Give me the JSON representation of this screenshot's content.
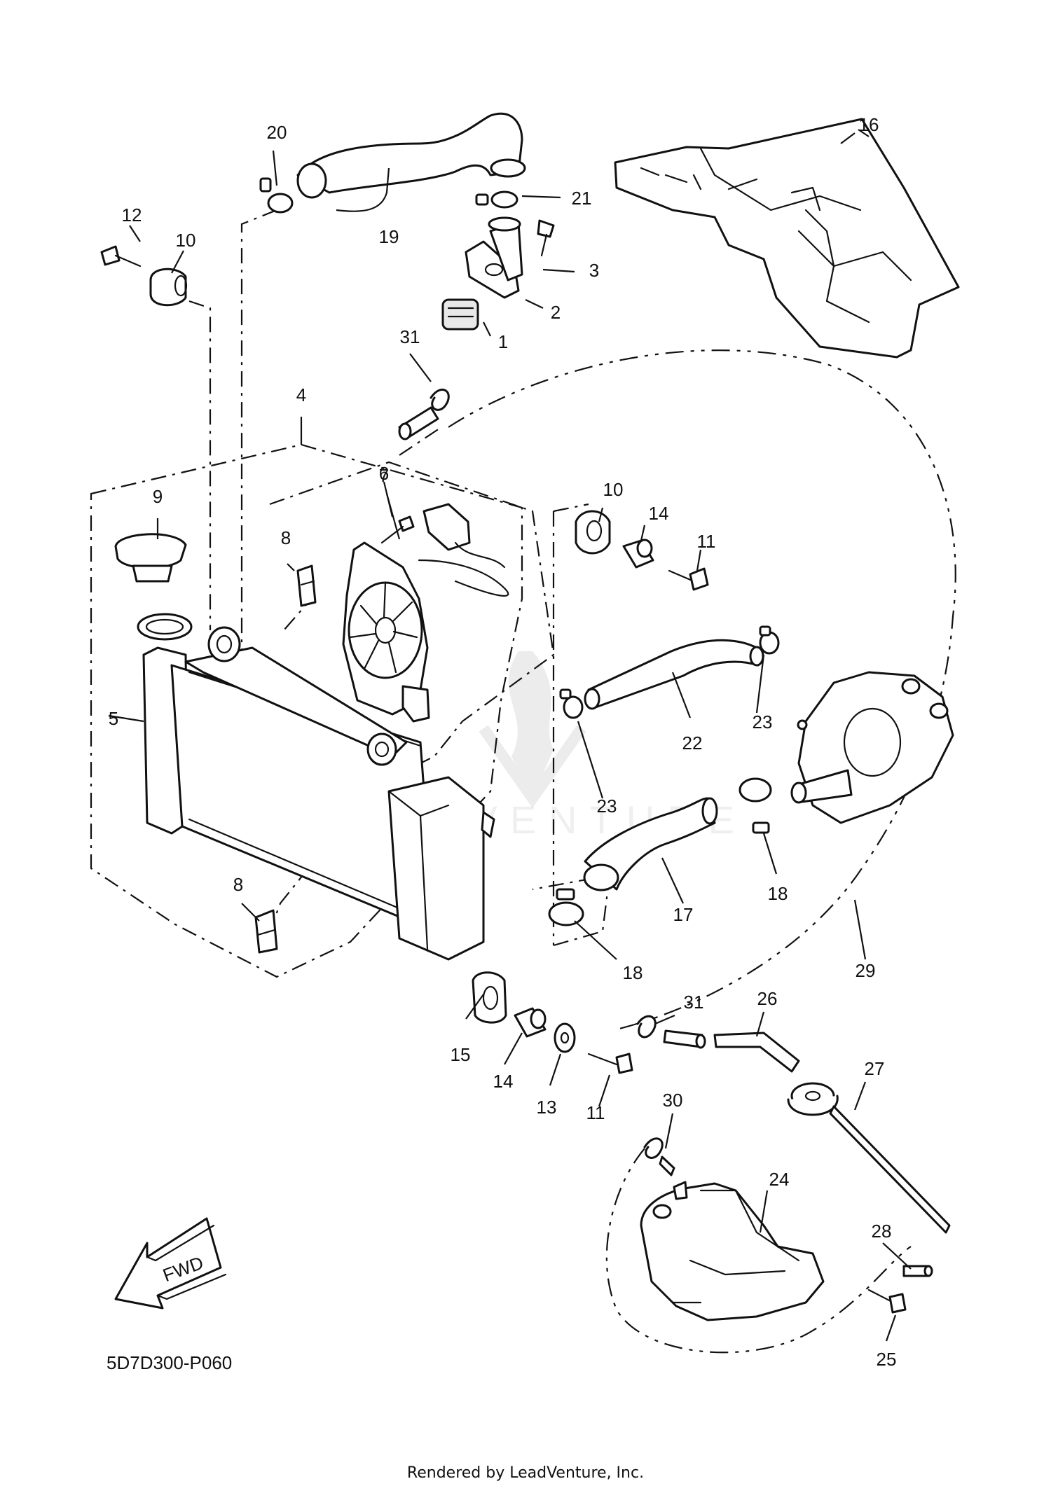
{
  "diagram": {
    "code": "5D7D300-P060",
    "footer": "Rendered by LeadVenture, Inc.",
    "watermark": "LEADVENTURE",
    "direction_label": "FWD"
  },
  "callouts": [
    "1",
    "2",
    "3",
    "4",
    "5",
    "6",
    "7",
    "8",
    "8",
    "9",
    "10",
    "10",
    "11",
    "11",
    "12",
    "13",
    "14",
    "14",
    "15",
    "16",
    "17",
    "18",
    "18",
    "19",
    "20",
    "21",
    "22",
    "23",
    "23",
    "24",
    "25",
    "26",
    "27",
    "28",
    "29",
    "30",
    "31",
    "31"
  ]
}
